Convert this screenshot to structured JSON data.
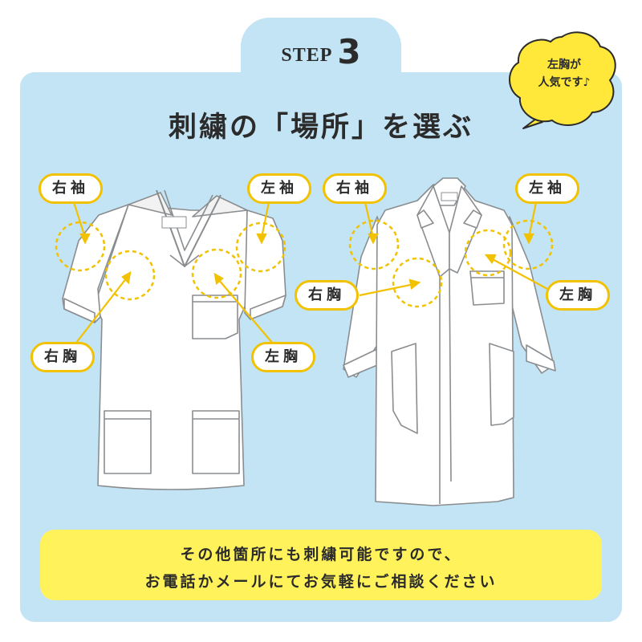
{
  "step": {
    "word": "STEP",
    "number": "3"
  },
  "title": "刺繍の「場所」を選ぶ",
  "bubble": {
    "line1": "左胸が",
    "line2": "人気です♪"
  },
  "scrub_labels": {
    "right_sleeve": "右袖",
    "left_sleeve": "左袖",
    "right_chest": "右胸",
    "left_chest": "左胸"
  },
  "coat_labels": {
    "right_sleeve": "右袖",
    "left_sleeve": "左袖",
    "right_chest": "右胸",
    "left_chest": "左胸"
  },
  "note": {
    "line1": "その他箇所にも刺繍可能ですので、",
    "line2": "お電話かメールにてお気軽にご相談ください"
  },
  "colors": {
    "panel": "#c3e4f4",
    "accent": "#f2c200",
    "bubble": "#ffe83a",
    "note": "#fff25a"
  }
}
